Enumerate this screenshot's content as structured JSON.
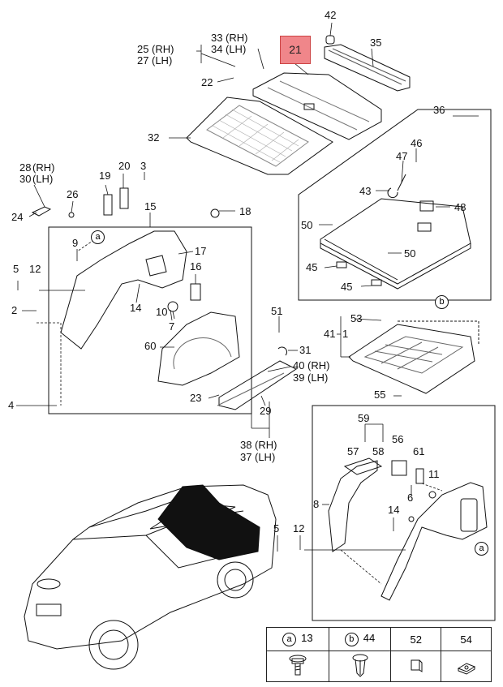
{
  "highlight": "21",
  "labels": {
    "l42": "42",
    "l35": "35",
    "l21": "21",
    "l33": "33",
    "l33rh": "(RH)",
    "l34": "34",
    "l34lh": "(LH)",
    "l25": "25",
    "l25rh": "(RH)",
    "l27": "27",
    "l27lh": "(LH)",
    "l22": "22",
    "l32": "32",
    "l36": "36",
    "l46": "46",
    "l47": "47",
    "l43": "43",
    "l48": "48",
    "l50a": "50",
    "l50b": "50",
    "l45a": "45",
    "l45b": "45",
    "l28": "28",
    "l28rh": "(RH)",
    "l30": "30",
    "l30lh": "(LH)",
    "l24": "24",
    "l26": "26",
    "l19": "19",
    "l20": "20",
    "l3": "3",
    "l15": "15",
    "l18": "18",
    "l9": "9",
    "l17": "17",
    "l16": "16",
    "l5a": "5",
    "l12a": "12",
    "l2": "2",
    "l14a": "14",
    "l10": "10",
    "l7": "7",
    "l60": "60",
    "l4": "4",
    "l51": "51",
    "l31": "31",
    "l40": "40",
    "l40rh": "(RH)",
    "l39": "39",
    "l39lh": "(LH)",
    "l23": "23",
    "l29": "29",
    "l38": "38",
    "l38rh": "(RH)",
    "l37": "37",
    "l37lh": "(LH)",
    "l53": "53",
    "l41": "41",
    "l1": "1",
    "l55": "55",
    "l59": "59",
    "l57": "57",
    "l58": "58",
    "l56": "56",
    "l61": "61",
    "l11": "11",
    "l6": "6",
    "l8": "8",
    "l14b": "14",
    "l5b": "5",
    "l12b": "12"
  },
  "callouts": {
    "a": "a",
    "b": "b"
  },
  "legend": {
    "cells": [
      {
        "tag": "a",
        "num": "13"
      },
      {
        "tag": "b",
        "num": "44"
      },
      {
        "tag": "",
        "num": "52"
      },
      {
        "tag": "",
        "num": "54"
      }
    ]
  }
}
